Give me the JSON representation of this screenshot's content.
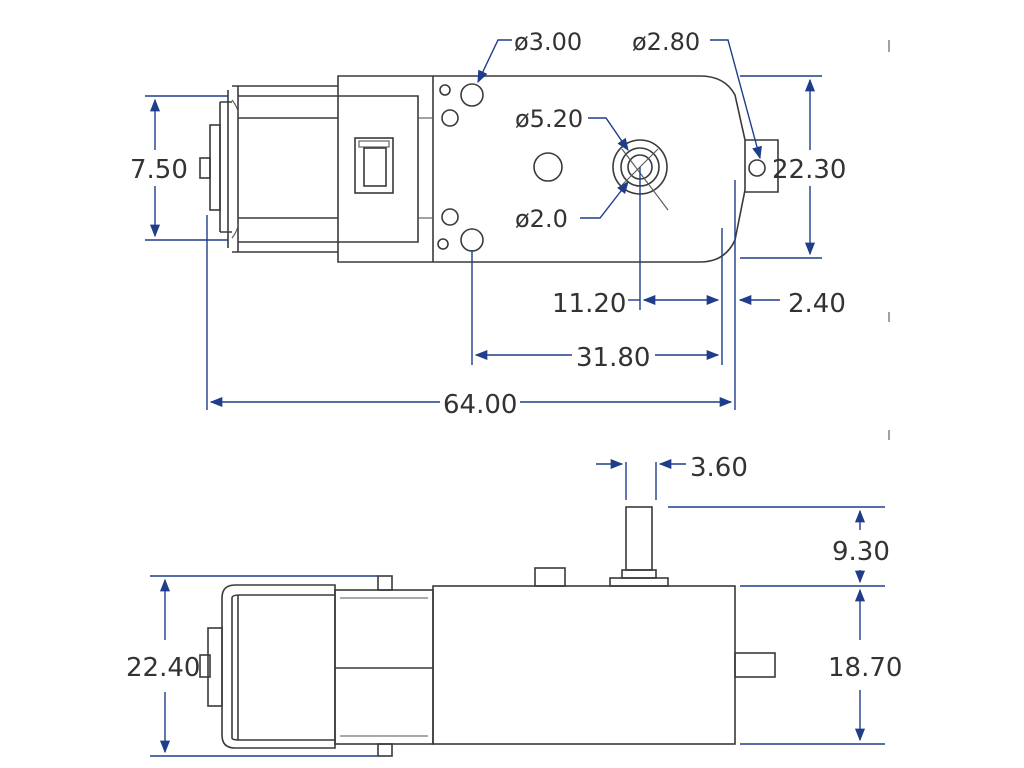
{
  "top_view": {
    "labels": {
      "hole_d3": "ø3.00",
      "hole_d28": "ø2.80",
      "hole_d52": "ø5.20",
      "hole_d2": "ø2.0",
      "height_750": "7.50",
      "height_2230": "22.30",
      "dist_1120": "11.20",
      "dist_240": "2.40",
      "dist_3180": "31.80",
      "length_6400": "64.00"
    }
  },
  "side_view": {
    "labels": {
      "shaft_width": "3.60",
      "shaft_height": "9.30",
      "body_height": "22.40",
      "gearbox_height": "18.70"
    }
  },
  "colors": {
    "outline": "#3a3a3a",
    "dimension": "#1f3d8a",
    "text": "#333333"
  }
}
